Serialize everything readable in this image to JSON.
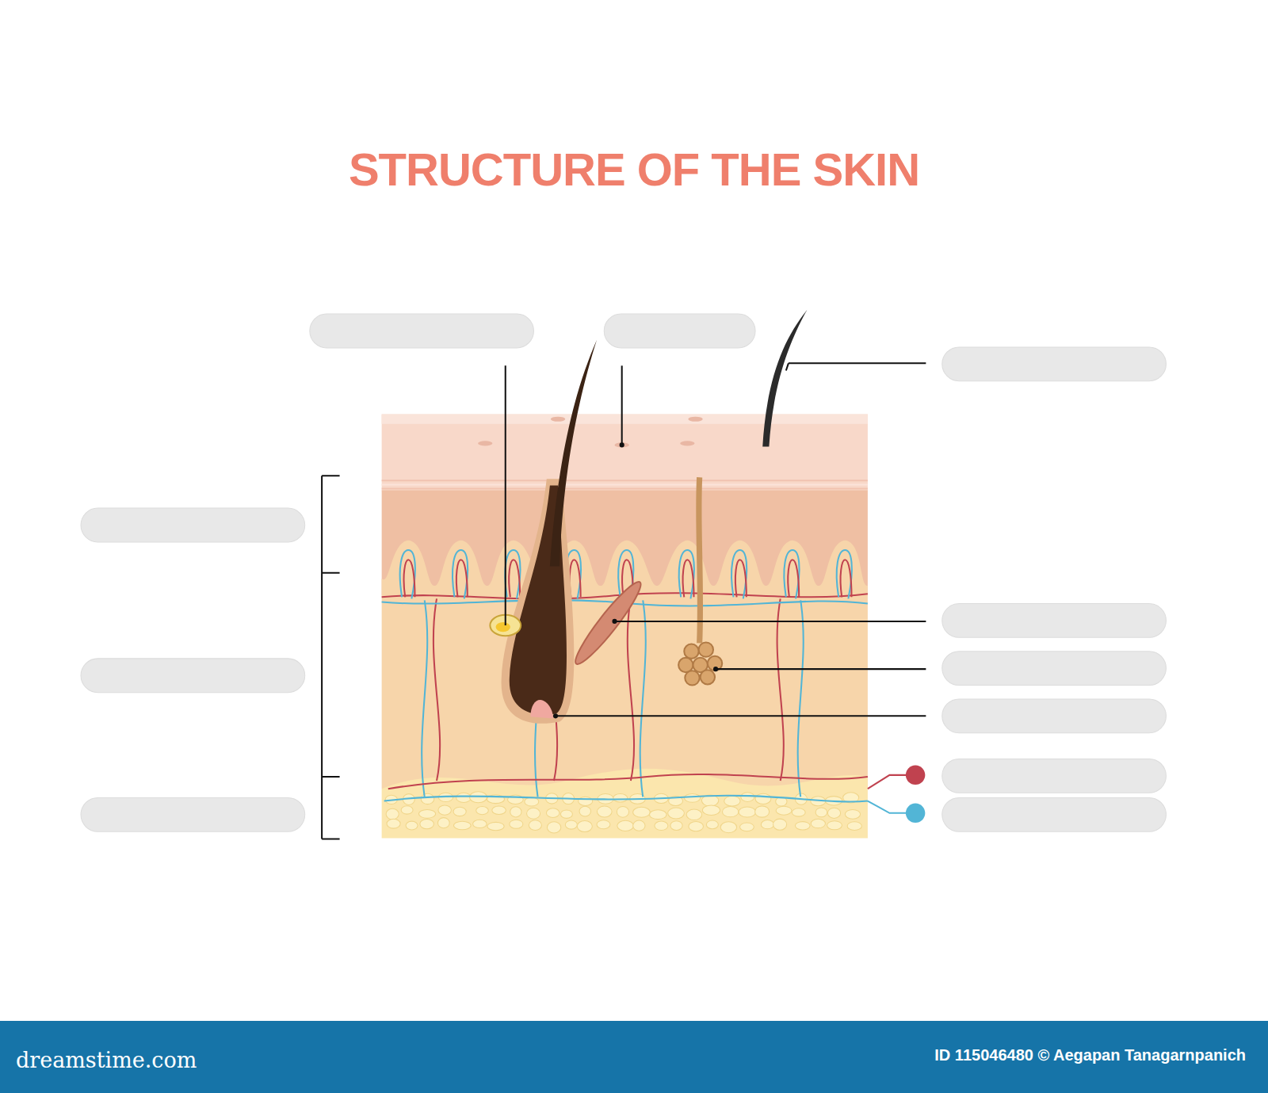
{
  "diagram": {
    "title": "STRUCTURE OF THE SKIN",
    "labels": [
      "dreamstime.com",
      "ID 115046480 © Aegapan Tanagarnpanich"
    ]
  }
}
